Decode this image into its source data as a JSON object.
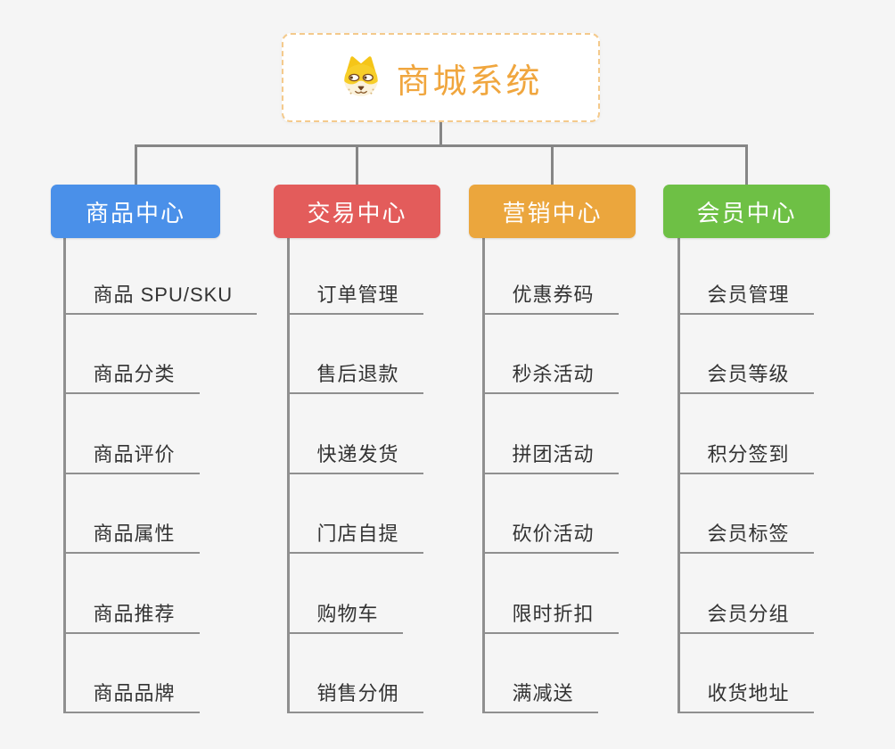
{
  "canvas": {
    "background": "#F5F5F5",
    "connector_color": "#868686",
    "underline_color": "#8F8F8F",
    "item_text_color": "#333333"
  },
  "root": {
    "title": "商城系统",
    "icon": "shiba-dog-icon",
    "text_color": "#F0A63E",
    "border_color": "#F4CA8C",
    "background": "#FFFFFF"
  },
  "branches": [
    {
      "label": "商品中心",
      "color": "#4A90E9",
      "children": [
        "商品 SPU/SKU",
        "商品分类",
        "商品评价",
        "商品属性",
        "商品推荐",
        "商品品牌"
      ]
    },
    {
      "label": "交易中心",
      "color": "#E35C5B",
      "children": [
        "订单管理",
        "售后退款",
        "快递发货",
        "门店自提",
        "购物车",
        "销售分佣"
      ]
    },
    {
      "label": "营销中心",
      "color": "#EBA63D",
      "children": [
        "优惠券码",
        "秒杀活动",
        "拼团活动",
        "砍价活动",
        "限时折扣",
        "满减送"
      ]
    },
    {
      "label": "会员中心",
      "color": "#6EC045",
      "children": [
        "会员管理",
        "会员等级",
        "积分签到",
        "会员标签",
        "会员分组",
        "收货地址"
      ]
    }
  ]
}
